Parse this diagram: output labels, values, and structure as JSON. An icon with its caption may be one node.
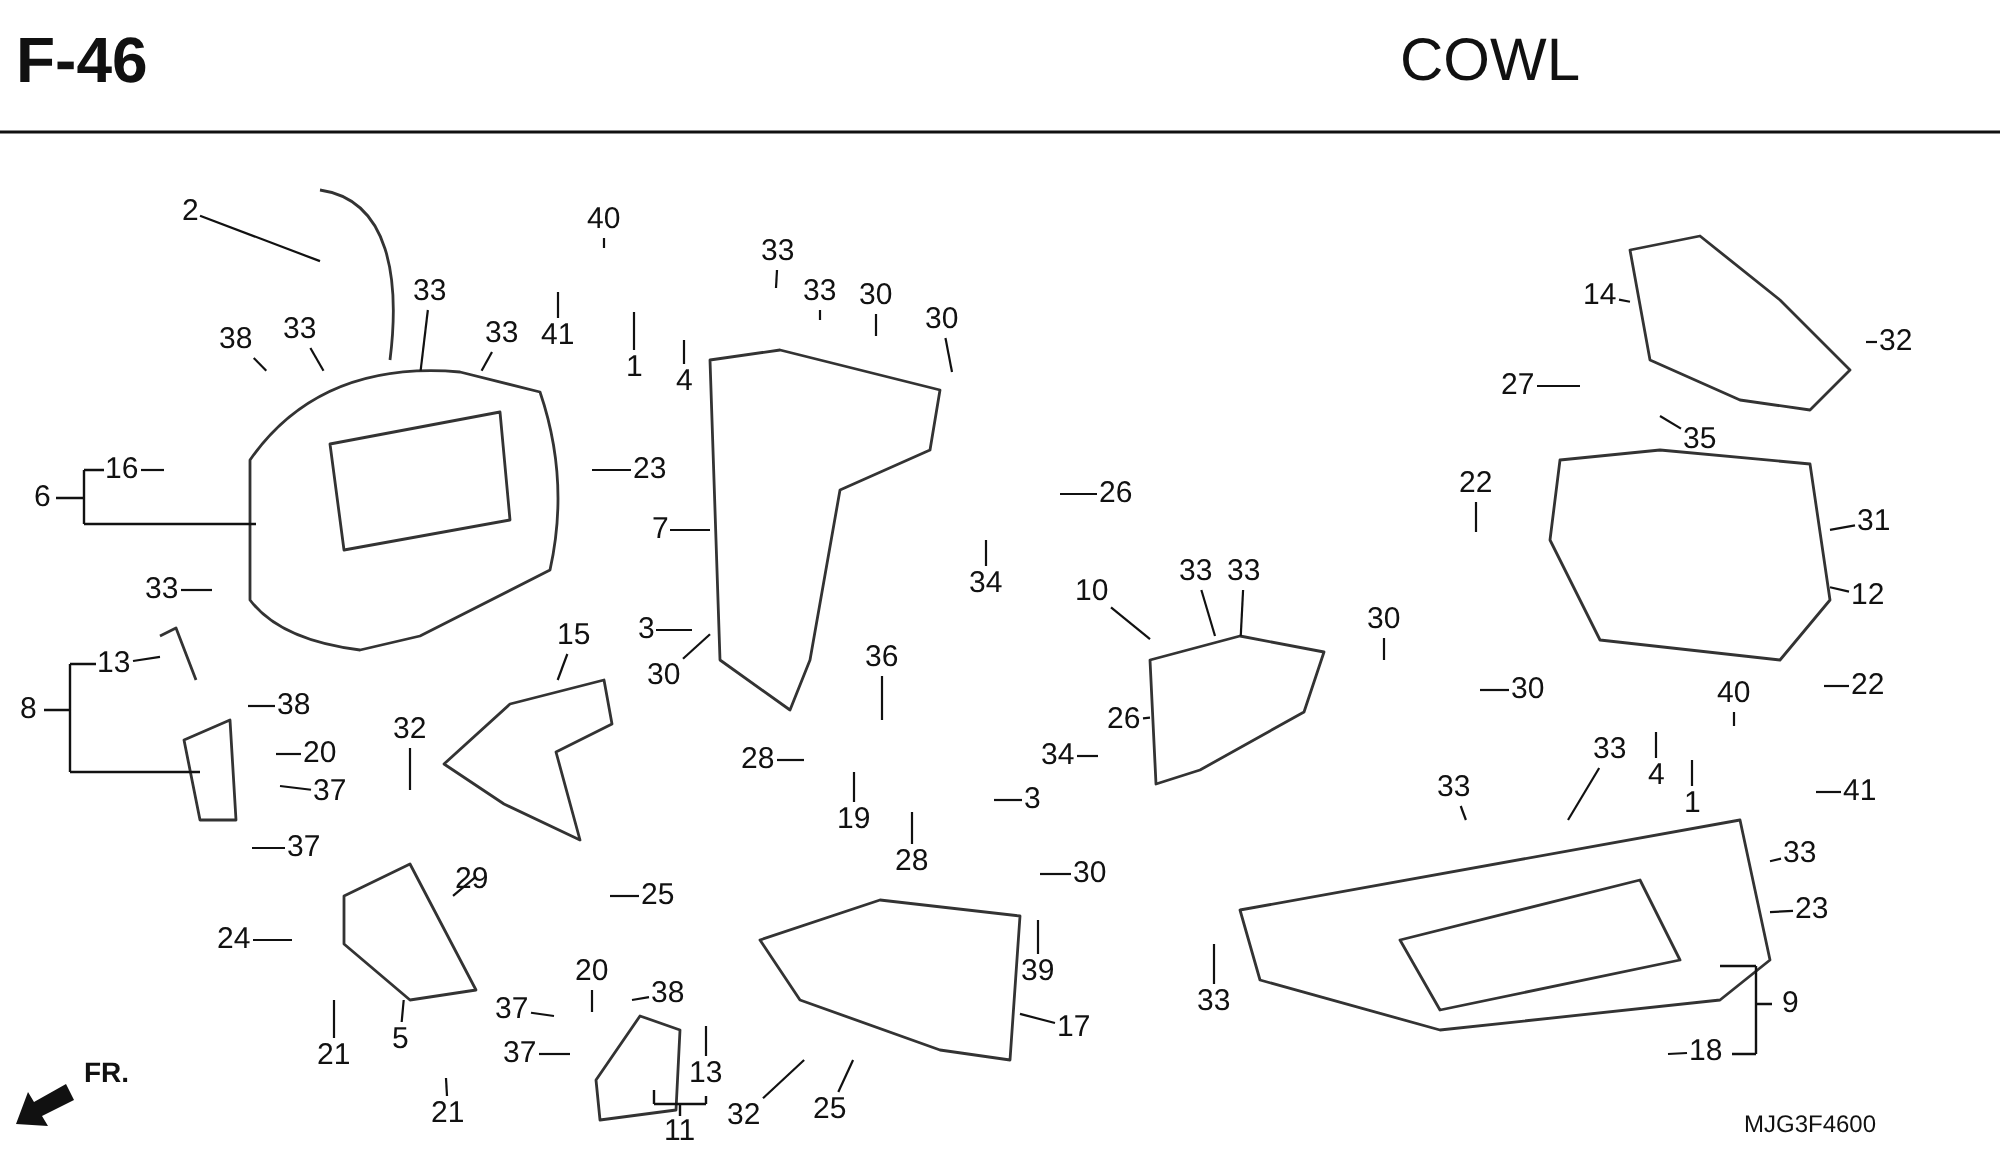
{
  "diagram": {
    "title": "COWL",
    "nodes": [
      {
        "text": [
          "2"
        ]
      },
      {
        "text": [
          "40"
        ]
      },
      {
        "text": [
          "33"
        ]
      },
      {
        "text": [
          "33"
        ]
      },
      {
        "text": [
          "33"
        ]
      },
      {
        "text": [
          "30"
        ]
      },
      {
        "text": [
          "30"
        ]
      },
      {
        "text": [
          "14"
        ]
      },
      {
        "text": [
          "33"
        ]
      },
      {
        "text": [
          "33"
        ]
      },
      {
        "text": [
          "41"
        ]
      },
      {
        "text": [
          "1"
        ]
      },
      {
        "text": [
          "4"
        ]
      },
      {
        "text": [
          "38"
        ]
      },
      {
        "text": [
          "32"
        ]
      },
      {
        "text": [
          "27"
        ]
      },
      {
        "text": [
          "35"
        ]
      },
      {
        "text": [
          "23"
        ]
      },
      {
        "text": [
          "16"
        ]
      },
      {
        "text": [
          "6"
        ]
      },
      {
        "text": [
          "26"
        ]
      },
      {
        "text": [
          "22"
        ]
      },
      {
        "text": [
          "31"
        ]
      },
      {
        "text": [
          "7"
        ]
      },
      {
        "text": [
          "34"
        ]
      },
      {
        "text": [
          "33"
        ]
      },
      {
        "text": [
          "12"
        ]
      },
      {
        "text": [
          "33"
        ]
      },
      {
        "text": [
          "33"
        ]
      },
      {
        "text": [
          "10"
        ]
      },
      {
        "text": [
          "30"
        ]
      },
      {
        "text": [
          "3"
        ]
      },
      {
        "text": [
          "15"
        ]
      },
      {
        "text": [
          "13"
        ]
      },
      {
        "text": [
          "36"
        ]
      },
      {
        "text": [
          "30"
        ]
      },
      {
        "text": [
          "22"
        ]
      },
      {
        "text": [
          "26"
        ]
      },
      {
        "text": [
          "30"
        ]
      },
      {
        "text": [
          "8"
        ]
      },
      {
        "text": [
          "38"
        ]
      },
      {
        "text": [
          "32"
        ]
      },
      {
        "text": [
          "40"
        ]
      },
      {
        "text": [
          "34"
        ]
      },
      {
        "text": [
          "20"
        ]
      },
      {
        "text": [
          "28"
        ]
      },
      {
        "text": [
          "33"
        ]
      },
      {
        "text": [
          "4"
        ]
      },
      {
        "text": [
          "1"
        ]
      },
      {
        "text": [
          "41"
        ]
      },
      {
        "text": [
          "37"
        ]
      },
      {
        "text": [
          "3"
        ]
      },
      {
        "text": [
          "33"
        ]
      },
      {
        "text": [
          "19"
        ]
      },
      {
        "text": [
          "28"
        ]
      },
      {
        "text": [
          "37"
        ]
      },
      {
        "text": [
          "33"
        ]
      },
      {
        "text": [
          "30"
        ]
      },
      {
        "text": [
          "29"
        ]
      },
      {
        "text": [
          "25"
        ]
      },
      {
        "text": [
          "24"
        ]
      },
      {
        "text": [
          "23"
        ]
      },
      {
        "text": [
          "39"
        ]
      },
      {
        "text": [
          "9"
        ]
      },
      {
        "text": [
          "20"
        ]
      },
      {
        "text": [
          "38"
        ]
      },
      {
        "text": [
          "37"
        ]
      },
      {
        "text": [
          "17"
        ]
      },
      {
        "text": [
          "33"
        ]
      },
      {
        "text": [
          "5"
        ]
      },
      {
        "text": [
          "21"
        ]
      },
      {
        "text": [
          "18"
        ]
      },
      {
        "text": [
          "37"
        ]
      },
      {
        "text": [
          "13"
        ]
      },
      {
        "text": [
          "32"
        ]
      },
      {
        "text": [
          "21"
        ]
      },
      {
        "text": [
          "25"
        ]
      },
      {
        "text": [
          "11"
        ]
      },
      {
        "text": [],
        "shape": "picture"
      },
      {
        "text": [],
        "shape": "picture"
      },
      {
        "text": [],
        "shape": "picture"
      },
      {
        "text": [],
        "shape": "picture"
      },
      {
        "text": [],
        "shape": "picture"
      },
      {
        "text": [],
        "shape": "picture"
      },
      {
        "text": [],
        "shape": "picture"
      },
      {
        "text": [],
        "shape": "picture"
      },
      {
        "text": [],
        "shape": "picture"
      },
      {
        "text": [],
        "shape": "picture"
      },
      {
        "text": [],
        "shape": "picture"
      },
      {
        "text": [],
        "shape": "picture"
      },
      {
        "text": [],
        "shape": "picture"
      }
    ],
    "edges": [
      {
        "from": 0,
        "to": 78,
        "arrow": "none"
      },
      {
        "from": 1,
        "to": null,
        "arrow": "none"
      },
      {
        "from": 2,
        "to": 79,
        "arrow": "none"
      },
      {
        "from": 3,
        "to": null,
        "arrow": "none"
      },
      {
        "from": 4,
        "to": null,
        "arrow": "none"
      },
      {
        "from": 5,
        "to": null,
        "arrow": "none"
      },
      {
        "from": 6,
        "to": null,
        "arrow": "none"
      },
      {
        "from": 7,
        "to": 84,
        "arrow": "none"
      },
      {
        "from": 8,
        "to": 79,
        "arrow": "none"
      },
      {
        "from": 9,
        "to": 79,
        "arrow": "none"
      },
      {
        "from": 10,
        "to": null,
        "arrow": "none"
      },
      {
        "from": 11,
        "to": null,
        "arrow": "none"
      },
      {
        "from": 12,
        "to": null,
        "arrow": "none"
      },
      {
        "from": 13,
        "to": 79,
        "arrow": "none"
      },
      {
        "from": 14,
        "to": null,
        "arrow": "none"
      },
      {
        "from": 15,
        "to": null,
        "arrow": "none"
      },
      {
        "from": 16,
        "to": null,
        "arrow": "none"
      },
      {
        "from": 17,
        "to": null,
        "arrow": "none"
      },
      {
        "from": 18,
        "to": null,
        "arrow": "none"
      },
      {
        "from": 20,
        "to": null,
        "arrow": "none"
      },
      {
        "from": 21,
        "to": null,
        "arrow": "none"
      },
      {
        "from": 22,
        "to": 83,
        "arrow": "none"
      },
      {
        "from": 23,
        "to": 80,
        "arrow": "none"
      },
      {
        "from": 24,
        "to": null,
        "arrow": "none"
      },
      {
        "from": 25,
        "to": null,
        "arrow": "none"
      },
      {
        "from": 26,
        "to": 83,
        "arrow": "none"
      },
      {
        "from": 27,
        "to": 81,
        "arrow": "none"
      },
      {
        "from": 28,
        "to": 81,
        "arrow": "none"
      },
      {
        "from": 29,
        "to": 81,
        "arrow": "none"
      },
      {
        "from": 30,
        "to": null,
        "arrow": "none"
      },
      {
        "from": 31,
        "to": null,
        "arrow": "none"
      },
      {
        "from": 32,
        "to": 85,
        "arrow": "none"
      },
      {
        "from": 33,
        "to": 90,
        "arrow": "none"
      },
      {
        "from": 34,
        "to": null,
        "arrow": "none"
      },
      {
        "from": 35,
        "to": 80,
        "arrow": "none"
      },
      {
        "from": 36,
        "to": null,
        "arrow": "none"
      },
      {
        "from": 37,
        "to": 81,
        "arrow": "none"
      },
      {
        "from": 38,
        "to": null,
        "arrow": "none"
      },
      {
        "from": 40,
        "to": null,
        "arrow": "none"
      },
      {
        "from": 41,
        "to": null,
        "arrow": "none"
      },
      {
        "from": 42,
        "to": null,
        "arrow": "none"
      },
      {
        "from": 43,
        "to": null,
        "arrow": "none"
      },
      {
        "from": 44,
        "to": null,
        "arrow": "none"
      },
      {
        "from": 45,
        "to": null,
        "arrow": "none"
      },
      {
        "from": 46,
        "to": 82,
        "arrow": "none"
      },
      {
        "from": 47,
        "to": null,
        "arrow": "none"
      },
      {
        "from": 48,
        "to": null,
        "arrow": "none"
      },
      {
        "from": 49,
        "to": null,
        "arrow": "none"
      },
      {
        "from": 50,
        "to": null,
        "arrow": "none"
      },
      {
        "from": 51,
        "to": null,
        "arrow": "none"
      },
      {
        "from": 52,
        "to": 82,
        "arrow": "none"
      },
      {
        "from": 53,
        "to": null,
        "arrow": "none"
      },
      {
        "from": 54,
        "to": null,
        "arrow": "none"
      },
      {
        "from": 55,
        "to": null,
        "arrow": "none"
      },
      {
        "from": 56,
        "to": 82,
        "arrow": "none"
      },
      {
        "from": 57,
        "to": null,
        "arrow": "none"
      },
      {
        "from": 58,
        "to": 86,
        "arrow": "none"
      },
      {
        "from": 59,
        "to": null,
        "arrow": "none"
      },
      {
        "from": 60,
        "to": null,
        "arrow": "none"
      },
      {
        "from": 61,
        "to": 82,
        "arrow": "none"
      },
      {
        "from": 62,
        "to": null,
        "arrow": "none"
      },
      {
        "from": 64,
        "to": null,
        "arrow": "none"
      },
      {
        "from": 65,
        "to": null,
        "arrow": "none"
      },
      {
        "from": 66,
        "to": null,
        "arrow": "none"
      },
      {
        "from": 67,
        "to": 87,
        "arrow": "none"
      },
      {
        "from": 68,
        "to": null,
        "arrow": "none"
      },
      {
        "from": 69,
        "to": 86,
        "arrow": "none"
      },
      {
        "from": 70,
        "to": null,
        "arrow": "none"
      },
      {
        "from": 71,
        "to": null,
        "arrow": "none"
      },
      {
        "from": 72,
        "to": null,
        "arrow": "none"
      },
      {
        "from": 73,
        "to": null,
        "arrow": "none"
      },
      {
        "from": 74,
        "to": 87,
        "arrow": "none"
      },
      {
        "from": 75,
        "to": null,
        "arrow": "none"
      },
      {
        "from": 76,
        "to": 87,
        "arrow": "none"
      }
    ],
    "labels": [
      "F-46",
      "FR.",
      "MJG3F4600"
    ]
  }
}
